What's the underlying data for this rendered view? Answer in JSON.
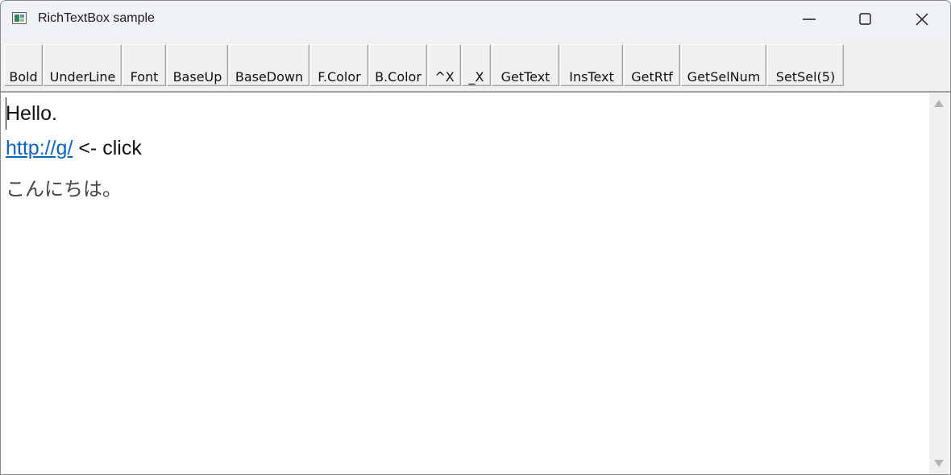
{
  "window": {
    "title": "RichTextBox sample"
  },
  "toolbar": {
    "buttons": [
      {
        "label": "Bold"
      },
      {
        "label": "UnderLine"
      },
      {
        "label": "Font"
      },
      {
        "label": "BaseUp"
      },
      {
        "label": "BaseDown"
      },
      {
        "label": "F.Color"
      },
      {
        "label": "B.Color"
      },
      {
        "label": "^X"
      },
      {
        "label": "_X"
      },
      {
        "label": "GetText"
      },
      {
        "label": "InsText"
      },
      {
        "label": "GetRtf"
      },
      {
        "label": "GetSelNum"
      },
      {
        "label": "SetSel(5)"
      }
    ]
  },
  "editor": {
    "line1": "Hello.",
    "link": "http://g/",
    "link_suffix": " <- click",
    "line3": "こんにちは。",
    "link_color": "#0a66c2"
  },
  "icons": {
    "app": "app-window-icon",
    "minimize": "minimize-icon",
    "maximize": "maximize-icon",
    "close": "close-icon"
  }
}
